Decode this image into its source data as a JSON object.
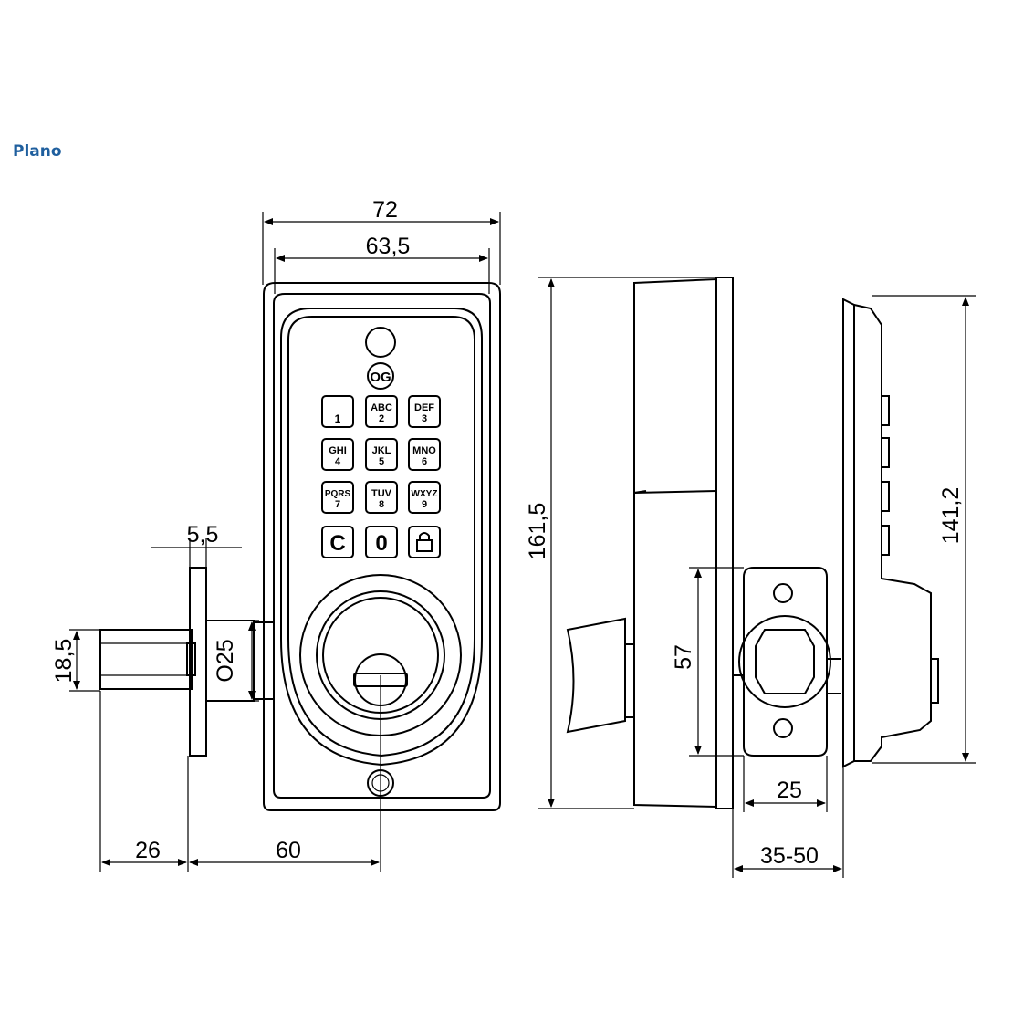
{
  "title": "Plano",
  "brand_mark": "OG",
  "dimensions": {
    "width_outer": "72",
    "width_inner": "63,5",
    "spindle_plate": "5,5",
    "spindle_height": "18,5",
    "rose_diameter": "O25",
    "spindle_length": "26",
    "backset": "60",
    "height_front": "161,5",
    "strike_spacing": "57",
    "latch_width": "25",
    "door_thickness": "35-50",
    "height_back": "141,2"
  },
  "keypad": [
    {
      "letters": "",
      "digit": "1"
    },
    {
      "letters": "ABC",
      "digit": "2"
    },
    {
      "letters": "DEF",
      "digit": "3"
    },
    {
      "letters": "GHI",
      "digit": "4"
    },
    {
      "letters": "JKL",
      "digit": "5"
    },
    {
      "letters": "MNO",
      "digit": "6"
    },
    {
      "letters": "PQRS",
      "digit": "7"
    },
    {
      "letters": "TUV",
      "digit": "8"
    },
    {
      "letters": "WXYZ",
      "digit": "9"
    },
    {
      "letters": "",
      "digit": "C"
    },
    {
      "letters": "",
      "digit": "0"
    },
    {
      "letters": "",
      "digit": "lock"
    }
  ]
}
